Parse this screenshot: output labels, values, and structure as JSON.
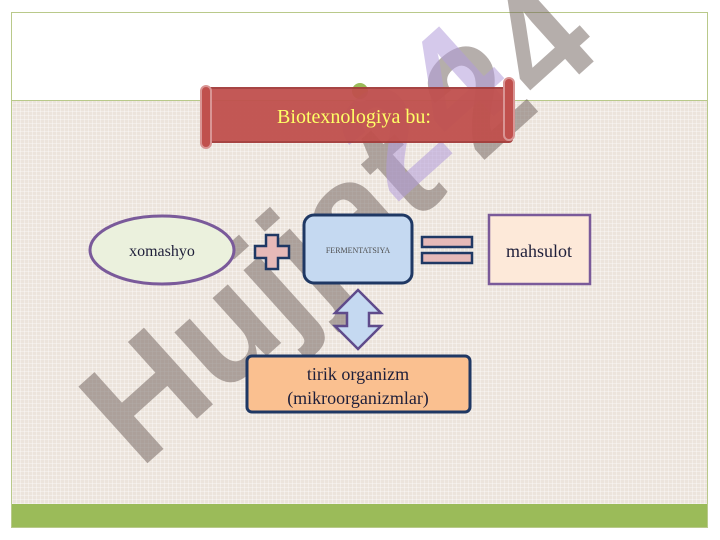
{
  "slide": {
    "title": "Biotexnologiya bu:",
    "nodes": {
      "raw": "xomashyo",
      "process": "FERMENTATSIYA",
      "product": "mahsulot",
      "organism_line1": "tirik organizm",
      "organism_line2": "(mikroorganizmlar)"
    },
    "watermark": "Hujjat 24",
    "colors": {
      "title_banner": "#c0504d",
      "title_text": "#ffff66",
      "accent_green": "#9bbb59",
      "node_border": "#7a5a9a",
      "process_fill": "#c5d9f1",
      "organism_fill": "#fac090",
      "product_fill": "#fde9d9",
      "symbol_fill": "#e6b9b8",
      "symbol_border": "#1f3864"
    },
    "icons": [
      "plus-icon",
      "equals-icon",
      "double-arrow-icon"
    ]
  }
}
